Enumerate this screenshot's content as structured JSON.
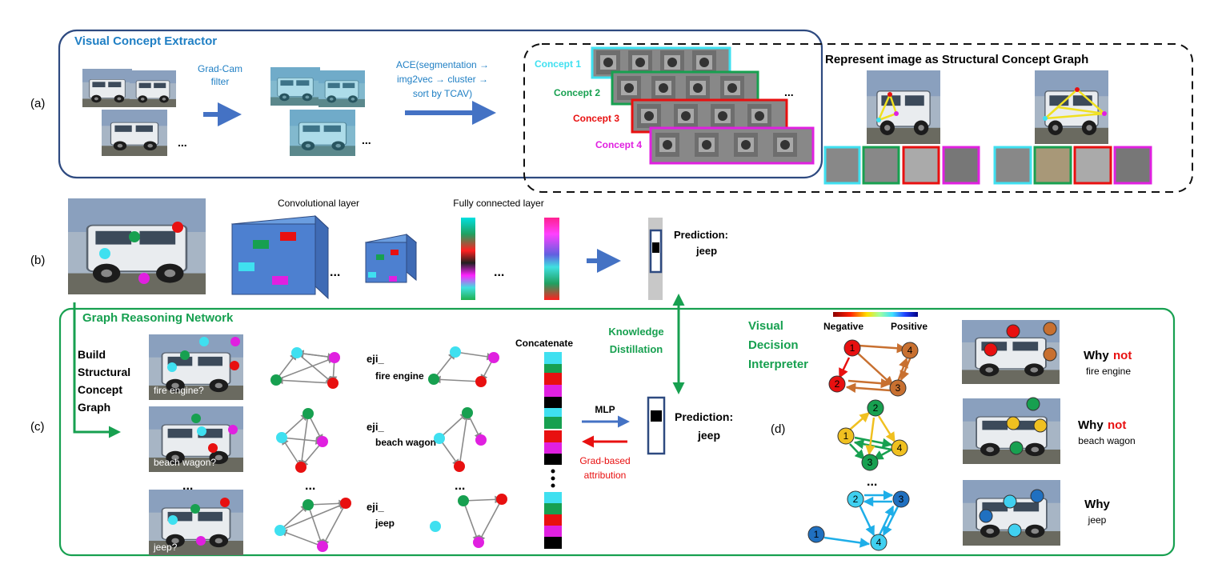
{
  "panels": {
    "a": "(a)",
    "b": "(b)",
    "c": "(c)",
    "d": "(d)"
  },
  "visual_concept_extractor": {
    "title": "Visual Concept Extractor",
    "gradcam": [
      "Grad-Cam",
      "filter"
    ],
    "ace": [
      "ACE(segmentation →",
      "img2vec → cluster →",
      "sort by TCAV)"
    ],
    "ellipsis": "..."
  },
  "concepts": [
    {
      "label": "Concept 1",
      "color": "#3fe0f0"
    },
    {
      "label": "Concept 2",
      "color": "#17a050"
    },
    {
      "label": "Concept 3",
      "color": "#e81010"
    },
    {
      "label": "Concept 4",
      "color": "#e020e0"
    }
  ],
  "structural_graph": {
    "title": "Represent image as Structural Concept Graph"
  },
  "cnn": {
    "conv_label": "Convolutional layer",
    "fc_label": "Fully connected layer",
    "prediction": [
      "Prediction:",
      "jeep"
    ]
  },
  "grn": {
    "title": "Graph Reasoning Network",
    "build": [
      "Build",
      "Structural",
      "Concept",
      "Graph"
    ],
    "image_questions": [
      "fire engine?",
      "beach wagon?",
      "jeep?"
    ],
    "eji": [
      [
        "eji_",
        "fire engine"
      ],
      [
        "eji_",
        "beach wagon"
      ],
      [
        "eji_",
        "jeep"
      ]
    ],
    "concatenate": "Concatenate",
    "knowledge_distillation": [
      "Knowledge",
      "Distillation"
    ],
    "mlp": "MLP",
    "grad_attribution": [
      "Grad-based",
      "attribution"
    ],
    "prediction": [
      "Prediction:",
      "jeep"
    ]
  },
  "vdi": {
    "title": [
      "Visual",
      "Decision",
      "Interpreter"
    ],
    "negative": "Negative",
    "positive": "Positive",
    "why": [
      {
        "why": "Why",
        "not": "not",
        "target": "fire engine"
      },
      {
        "why": "Why",
        "not": "not",
        "target": "beach wagon"
      },
      {
        "why": "Why",
        "not": "",
        "target": "jeep"
      }
    ]
  },
  "colors": {
    "dark_blue": "#2e4a80",
    "arrow_blue": "#4472c4",
    "green": "#17a050",
    "red": "#e81010",
    "cyan": "#3fe0f0",
    "magenta": "#e020e0"
  }
}
